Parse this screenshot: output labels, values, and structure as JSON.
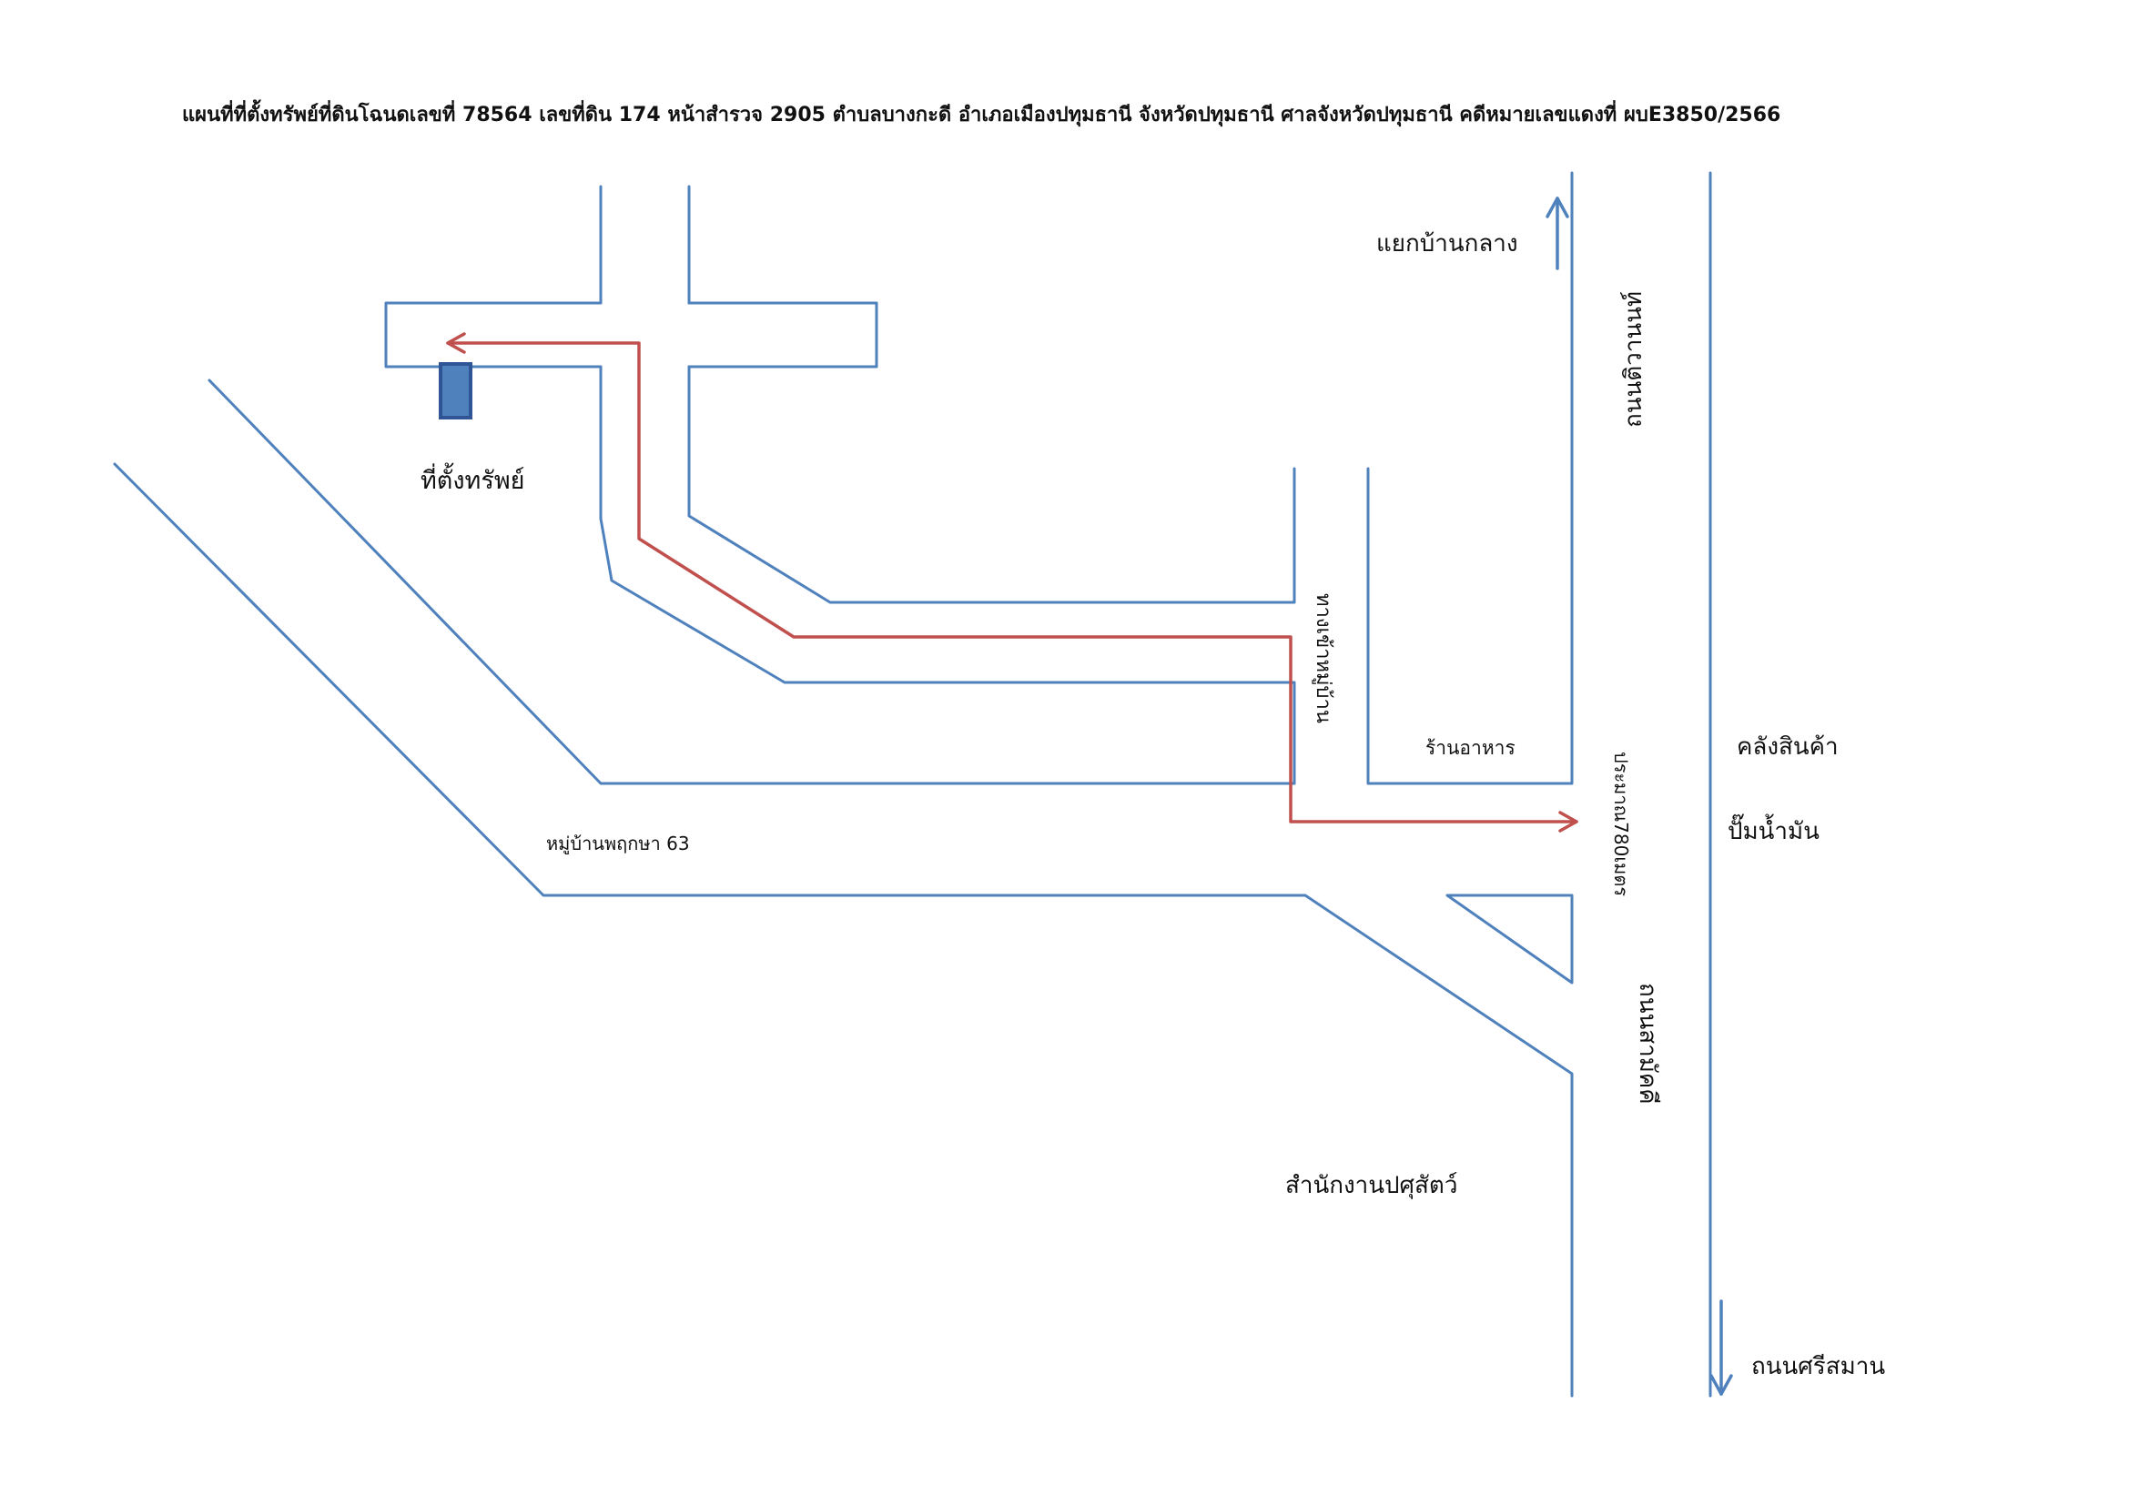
{
  "title": "แผนที่ที่ตั้งทรัพย์ที่ดินโฉนดเลขที่ 78564 เลขที่ดิน 174 หน้าสำรวจ 2905 ตำบลบางกะดี อำเภอเมืองปทุมธานี จังหวัดปทุมธานี ศาลจังหวัดปทุมธานี คดีหมายเลขแดงที่ ผบE3850/2566",
  "labels": {
    "property_location": "ที่ตั้งทรัพย์",
    "ban_klang_junction": "แยกบ้านกลาง",
    "tiwanon_road": "ถนนติวานนท์",
    "pruksa_village": "หมู่บ้านพฤกษา 63",
    "village_entrance": "ทางเข้าหมู่บ้าน",
    "restaurant": "ร้านอาหาร",
    "distance": "ประมาณ780เมตร",
    "warehouse": "คลังสินค้า",
    "gas_station": "ปั๊มน้ำมัน",
    "samakkhi_road": "ถนนสามัคคี",
    "livestock_office": "สำนักงานปศุสัตว์",
    "srisaman_road": "ถนนศรีสมาน"
  },
  "colors": {
    "road": "#4f81bd",
    "route": "#c0504d",
    "property_marker": "#4f81bd",
    "property_marker_border": "#2f5597"
  }
}
